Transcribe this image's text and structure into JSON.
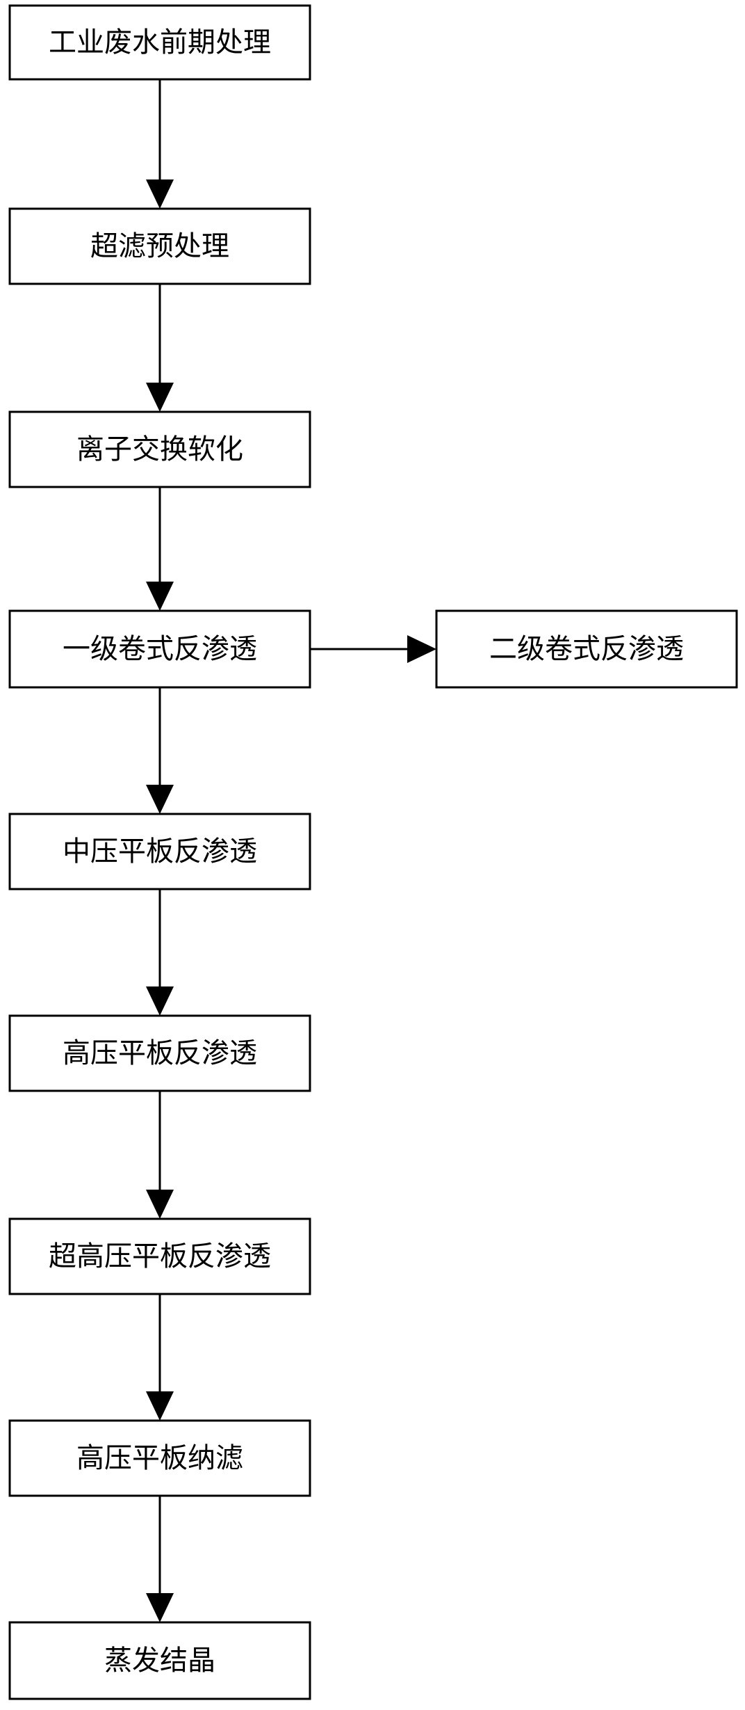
{
  "diagram": {
    "nodes": [
      {
        "id": "n1",
        "label": "工业废水前期处理"
      },
      {
        "id": "n2",
        "label": "超滤预处理"
      },
      {
        "id": "n3",
        "label": "离子交换软化"
      },
      {
        "id": "n4",
        "label": "一级卷式反渗透"
      },
      {
        "id": "n5",
        "label": "二级卷式反渗透"
      },
      {
        "id": "n6",
        "label": "中压平板反渗透"
      },
      {
        "id": "n7",
        "label": "高压平板反渗透"
      },
      {
        "id": "n8",
        "label": "超高压平板反渗透"
      },
      {
        "id": "n9",
        "label": "高压平板纳滤"
      },
      {
        "id": "n10",
        "label": "蒸发结晶"
      }
    ],
    "edges": [
      {
        "from": "n1",
        "to": "n2"
      },
      {
        "from": "n2",
        "to": "n3"
      },
      {
        "from": "n3",
        "to": "n4"
      },
      {
        "from": "n4",
        "to": "n5"
      },
      {
        "from": "n4",
        "to": "n6"
      },
      {
        "from": "n6",
        "to": "n7"
      },
      {
        "from": "n7",
        "to": "n8"
      },
      {
        "from": "n8",
        "to": "n9"
      },
      {
        "from": "n9",
        "to": "n10"
      }
    ]
  }
}
